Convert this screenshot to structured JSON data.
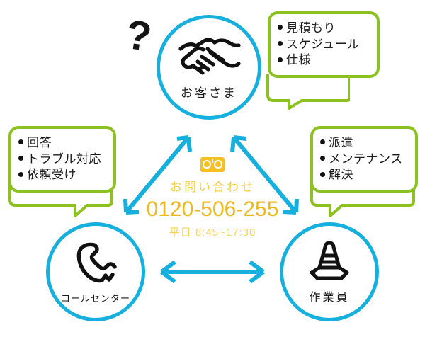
{
  "diagram": {
    "accent_cyan": "#16b0df",
    "accent_green": "#8cc220",
    "accent_yellow": "#f0b81c",
    "question_mark": "?"
  },
  "nodes": [
    {
      "key": "customer",
      "label": "お客さま",
      "icon": "handshake-icon"
    },
    {
      "key": "callcenter",
      "label": "コールセンター",
      "icon": "telephone-handset-icon"
    },
    {
      "key": "worker",
      "label": "作業員",
      "icon": "traffic-cone-icon"
    }
  ],
  "bubbles": {
    "top_right": {
      "items": [
        "見積もり",
        "スケジュール",
        "仕様"
      ]
    },
    "left": {
      "items": [
        "回答",
        "トラブル対応",
        "依頼受け"
      ]
    },
    "right": {
      "items": [
        "派遣",
        "メンテナンス",
        "解決"
      ]
    }
  },
  "contact": {
    "icon": "freedial-icon",
    "title": "お問い合わせ",
    "number": "0120-506-255",
    "hours": "平日 8:45~17:30"
  },
  "arrows": [
    {
      "name": "arrow-callcenter-customer",
      "direction": "both"
    },
    {
      "name": "arrow-customer-worker",
      "direction": "both"
    },
    {
      "name": "arrow-callcenter-worker",
      "direction": "both"
    }
  ]
}
